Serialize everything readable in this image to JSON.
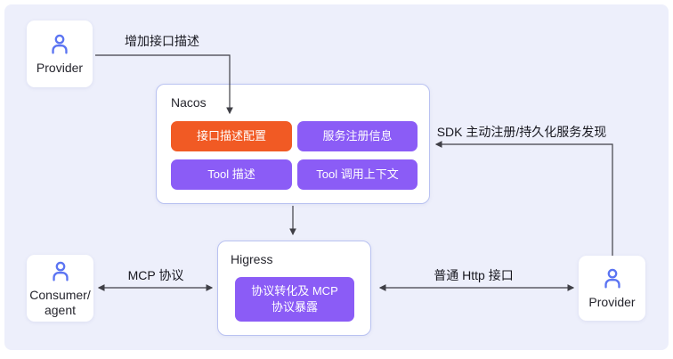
{
  "colors": {
    "panel_background": "#edeffb",
    "accent_orange": "#f15a24",
    "accent_purple": "#8b5cf6",
    "person_icon_blue": "#5b74f2",
    "container_border": "#b9c2f1",
    "connector_line": "#3f3f46"
  },
  "nodes": {
    "provider_top": {
      "label": "Provider"
    },
    "nacos": {
      "title": "Nacos",
      "buttons": [
        {
          "label": "接口描述配置"
        },
        {
          "label": "服务注册信息"
        },
        {
          "label": "Tool 描述"
        },
        {
          "label": "Tool 调用上下文"
        }
      ]
    },
    "higress": {
      "title": "Higress",
      "button_line1": "协议转化及 MCP",
      "button_line2": "协议暴露"
    },
    "consumer": {
      "label_line1": "Consumer/",
      "label_line2": "agent"
    },
    "provider_bottom": {
      "label": "Provider"
    }
  },
  "edges": {
    "add_interface_desc": {
      "label": "增加接口描述",
      "from": "provider_top",
      "to": "nacos"
    },
    "sdk_register": {
      "label": "SDK 主动注册/持久化服务发现",
      "from": "provider_bottom",
      "to": "nacos"
    },
    "nacos_to_higress": {
      "label": "",
      "from": "nacos",
      "to": "higress"
    },
    "mcp_protocol": {
      "label": "MCP 协议",
      "from": "consumer",
      "to": "higress",
      "bidirectional": true
    },
    "http_interface": {
      "label": "普通 Http 接口",
      "from": "provider_bottom",
      "to": "higress",
      "bidirectional": true
    }
  }
}
